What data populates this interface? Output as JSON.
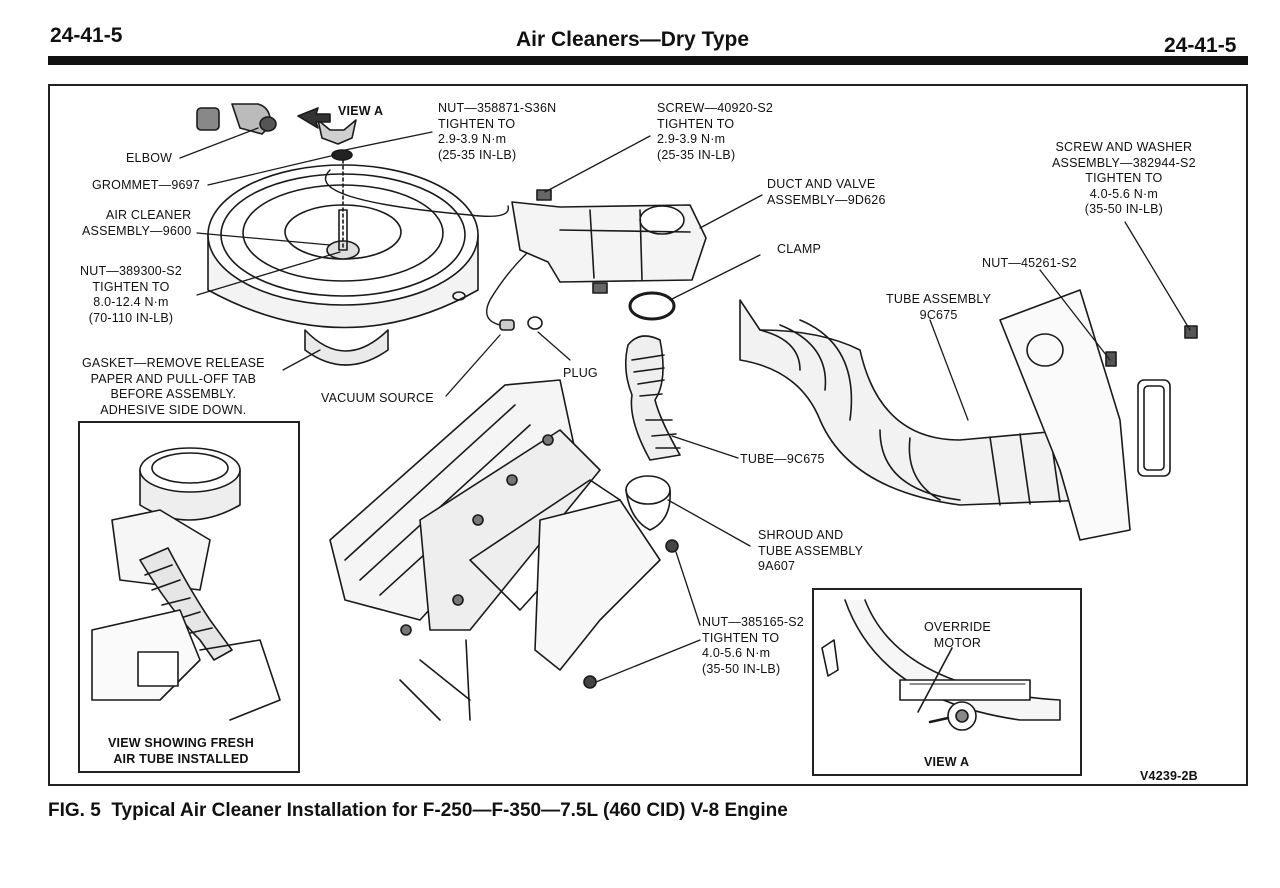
{
  "header": {
    "page_left": "24-41-5",
    "title": "Air Cleaners—Dry Type",
    "page_right": "24-41-5"
  },
  "labels": {
    "view_a_arrow": "VIEW A",
    "elbow": "ELBOW",
    "grommet": "GROMMET—9697",
    "air_cleaner": "AIR CLEANER\nASSEMBLY—9600",
    "nut_389300": "NUT—389300-S2\nTIGHTEN TO\n8.0-12.4 N·m\n(70-110 IN-LB)",
    "gasket": "GASKET—REMOVE RELEASE\nPAPER AND PULL-OFF TAB\nBEFORE ASSEMBLY.\nADHESIVE SIDE DOWN.",
    "nut_358871": "NUT—358871-S36N\nTIGHTEN TO\n2.9-3.9 N·m\n(25-35 IN-LB)",
    "screw_40920": "SCREW—40920-S2\nTIGHTEN TO\n2.9-3.9 N·m\n(25-35 IN-LB)",
    "duct_valve": "DUCT AND VALVE\nASSEMBLY—9D626",
    "clamp": "CLAMP",
    "screw_washer": "SCREW AND WASHER\nASSEMBLY—382944-S2\nTIGHTEN TO\n4.0-5.6 N·m\n(35-50 IN-LB)",
    "nut_45261": "NUT—45261-S2",
    "tube_assembly": "TUBE ASSEMBLY\n9C675",
    "plug": "PLUG",
    "vacuum_source": "VACUUM SOURCE",
    "tube_9c675": "TUBE—9C675",
    "shroud": "SHROUD AND\nTUBE ASSEMBLY\n9A607",
    "nut_385165": "NUT—385165-S2\nTIGHTEN TO\n4.0-5.6 N·m\n(35-50 IN-LB)",
    "inset_fresh_air": "VIEW SHOWING FRESH\nAIR TUBE INSTALLED",
    "override_motor": "OVERRIDE\nMOTOR",
    "view_a_inset": "VIEW A",
    "figure_code": "V4239-2B"
  },
  "caption": "FIG. 5  Typical Air Cleaner Installation for F-250—F-350—7.5L (460 CID) V-8 Engine"
}
